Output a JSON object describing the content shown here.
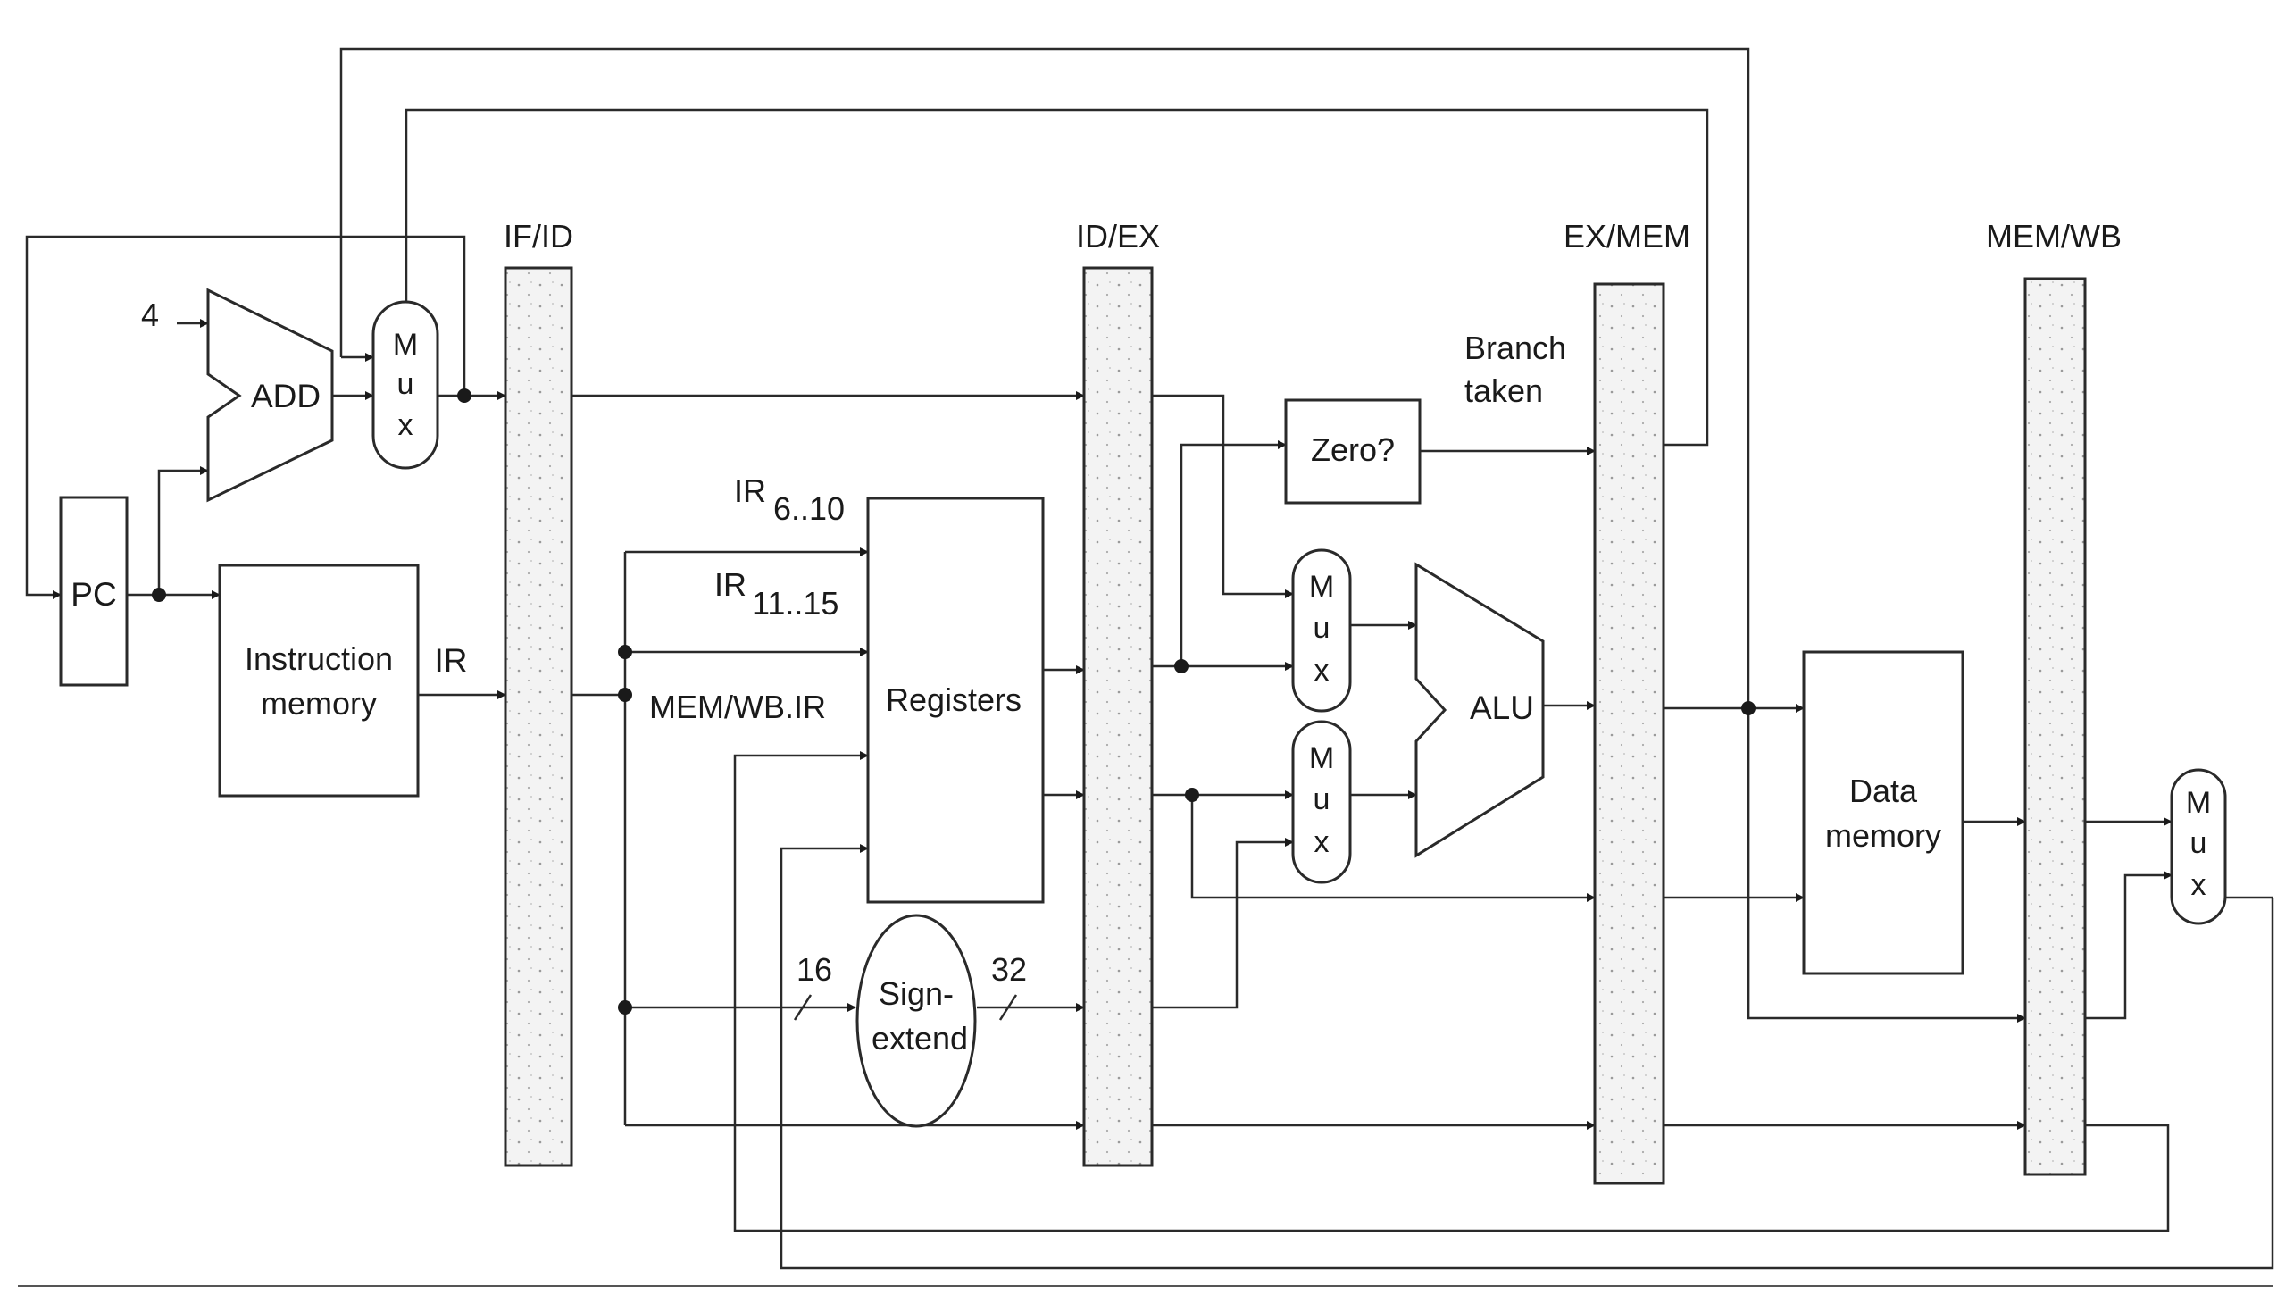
{
  "pipeline_registers": {
    "if_id": "IF/ID",
    "id_ex": "ID/EX",
    "ex_mem": "EX/MEM",
    "mem_wb": "MEM/WB"
  },
  "blocks": {
    "pc": "PC",
    "add": "ADD",
    "add_input": "4",
    "instruction_memory": [
      "Instruction",
      "memory"
    ],
    "ir": "IR",
    "registers": "Registers",
    "sign_extend": [
      "Sign-",
      "extend"
    ],
    "zero": "Zero?",
    "alu": "ALU",
    "data_memory": [
      "Data",
      "memory"
    ],
    "mux_letters": [
      "M",
      "u",
      "x"
    ]
  },
  "labels": {
    "ir_6_10_base": "IR",
    "ir_6_10_sub": "6..10",
    "ir_11_15_base": "IR",
    "ir_11_15_sub": "11..15",
    "mem_wb_ir": "MEM/WB.IR",
    "bits_16": "16",
    "bits_32": "32",
    "branch_taken": [
      "Branch",
      "taken"
    ]
  },
  "colors": {
    "line": "#2a2a2a",
    "latch_fill": "#f3f3f3"
  }
}
